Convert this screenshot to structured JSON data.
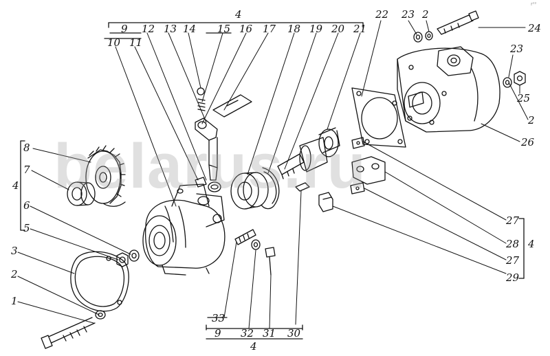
{
  "watermark": "belarus.ru",
  "corner_mark": "r²²",
  "labels": {
    "n1": "1",
    "n2a": "2",
    "n3": "3",
    "n4a": "4",
    "n5": "5",
    "n6": "6",
    "n7": "7",
    "n8": "8",
    "n9a": "9",
    "n10": "10",
    "n11": "11",
    "n12": "12",
    "n13": "13",
    "n14": "14",
    "n15": "15",
    "n16": "16",
    "n17": "17",
    "n18": "18",
    "n19": "19",
    "n20": "20",
    "n21": "21",
    "n22": "22",
    "n23a": "23",
    "n2b": "2",
    "n24": "24",
    "n23b": "23",
    "n25": "25",
    "n2c": "2",
    "n26": "26",
    "n27a": "27",
    "n28": "28",
    "n4b": "4",
    "n27b": "27",
    "n29": "29",
    "n4top": "4",
    "n33": "33",
    "n9b": "9",
    "n32": "32",
    "n31": "31",
    "n30": "30",
    "n4bottom": "4"
  }
}
